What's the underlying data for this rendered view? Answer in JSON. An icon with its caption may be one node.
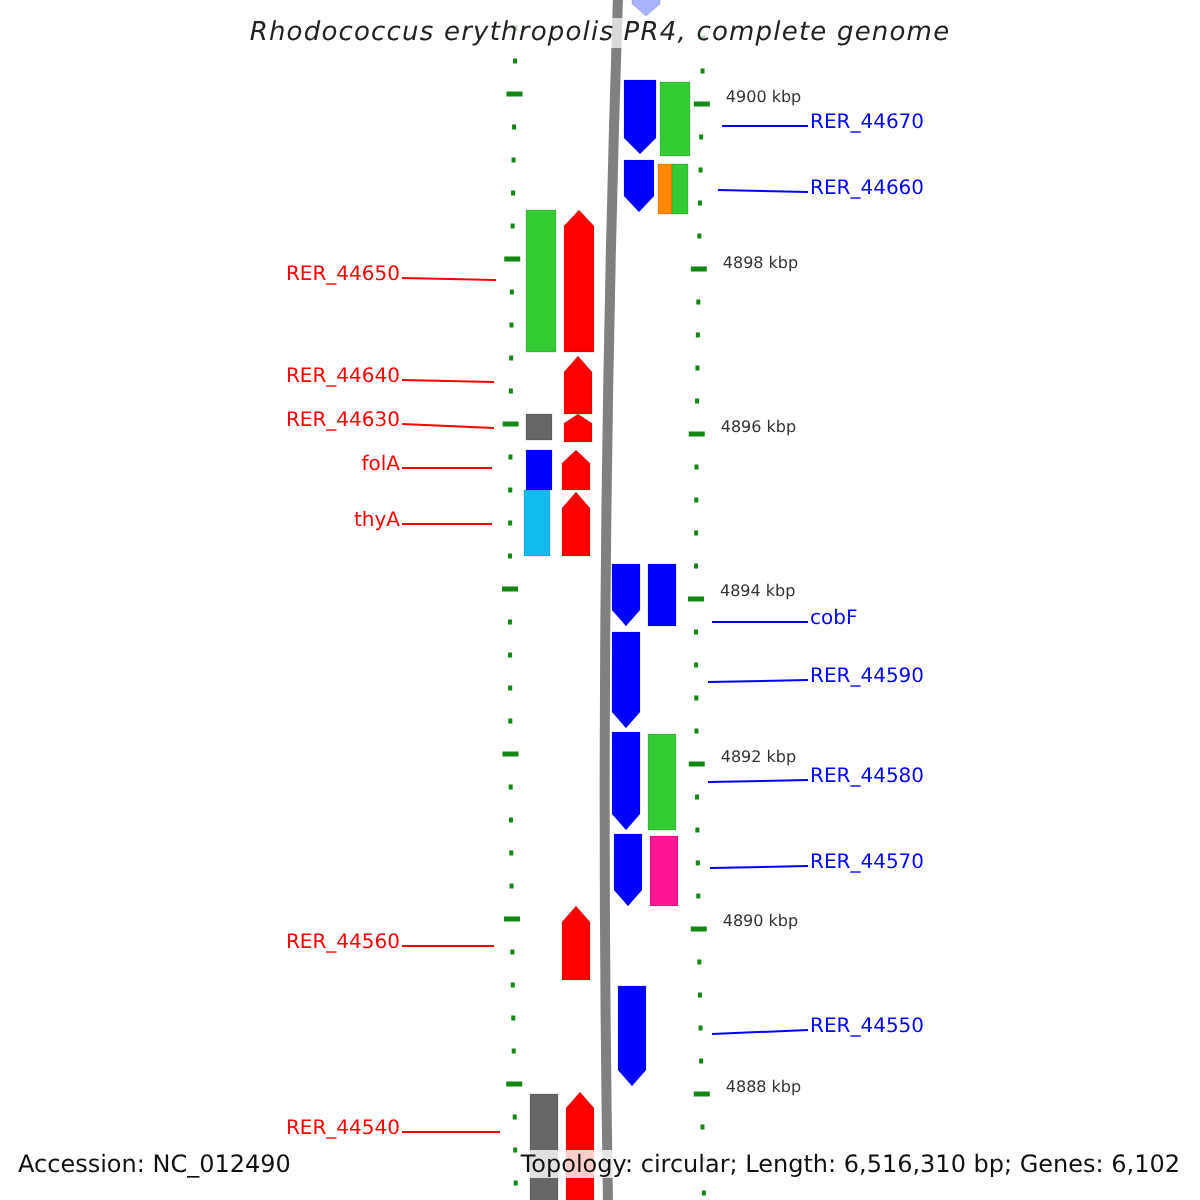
{
  "diagram": {
    "title": "Rhodococcus erythropolis PR4, complete genome",
    "nodes": [
      {
        "text": [
          "RER_44670"
        ]
      },
      {
        "text": [
          "RER_44660"
        ]
      },
      {
        "text": [
          "RER_44650"
        ]
      },
      {
        "text": [
          "RER_44640"
        ]
      },
      {
        "text": [
          "RER_44630"
        ]
      },
      {
        "text": [
          "folA"
        ]
      },
      {
        "text": [
          "thyA"
        ]
      },
      {
        "text": [
          "cobF"
        ]
      },
      {
        "text": [
          "RER_44590"
        ]
      },
      {
        "text": [
          "RER_44580"
        ]
      },
      {
        "text": [
          "RER_44570"
        ]
      },
      {
        "text": [
          "RER_44560"
        ]
      },
      {
        "text": [
          "RER_44550"
        ]
      },
      {
        "text": [
          "RER_44540"
        ]
      }
    ],
    "edges": [
      {
        "from": 0,
        "to": null,
        "arrow": "none",
        "color": "#0000ff"
      },
      {
        "from": 1,
        "to": null,
        "arrow": "none",
        "color": "#0000ff"
      },
      {
        "from": 2,
        "to": null,
        "arrow": "none",
        "color": "#ff0000"
      },
      {
        "from": 3,
        "to": null,
        "arrow": "none",
        "color": "#ff0000"
      },
      {
        "from": 4,
        "to": null,
        "arrow": "none",
        "color": "#ff0000"
      },
      {
        "from": 5,
        "to": null,
        "arrow": "none",
        "color": "#ff0000"
      },
      {
        "from": 6,
        "to": null,
        "arrow": "none",
        "color": "#ff0000"
      },
      {
        "from": 7,
        "to": null,
        "arrow": "none",
        "color": "#0000ff"
      },
      {
        "from": 8,
        "to": null,
        "arrow": "none",
        "color": "#0000ff"
      },
      {
        "from": 9,
        "to": null,
        "arrow": "none",
        "color": "#0000ff"
      },
      {
        "from": 10,
        "to": null,
        "arrow": "none",
        "color": "#0000ff"
      },
      {
        "from": 11,
        "to": null,
        "arrow": "none",
        "color": "#ff0000"
      },
      {
        "from": 12,
        "to": null,
        "arrow": "none",
        "color": "#0000ff"
      },
      {
        "from": 13,
        "to": null,
        "arrow": "none",
        "color": "#ff0000"
      }
    ],
    "labels": [
      "4900 kbp",
      "4898 kbp",
      "4896 kbp",
      "4894 kbp",
      "4892 kbp",
      "4890 kbp",
      "4888 kbp",
      "Accession: NC_012490",
      "Topology: circular; Length: 6,516,310 bp; Genes: 6,102"
    ]
  }
}
